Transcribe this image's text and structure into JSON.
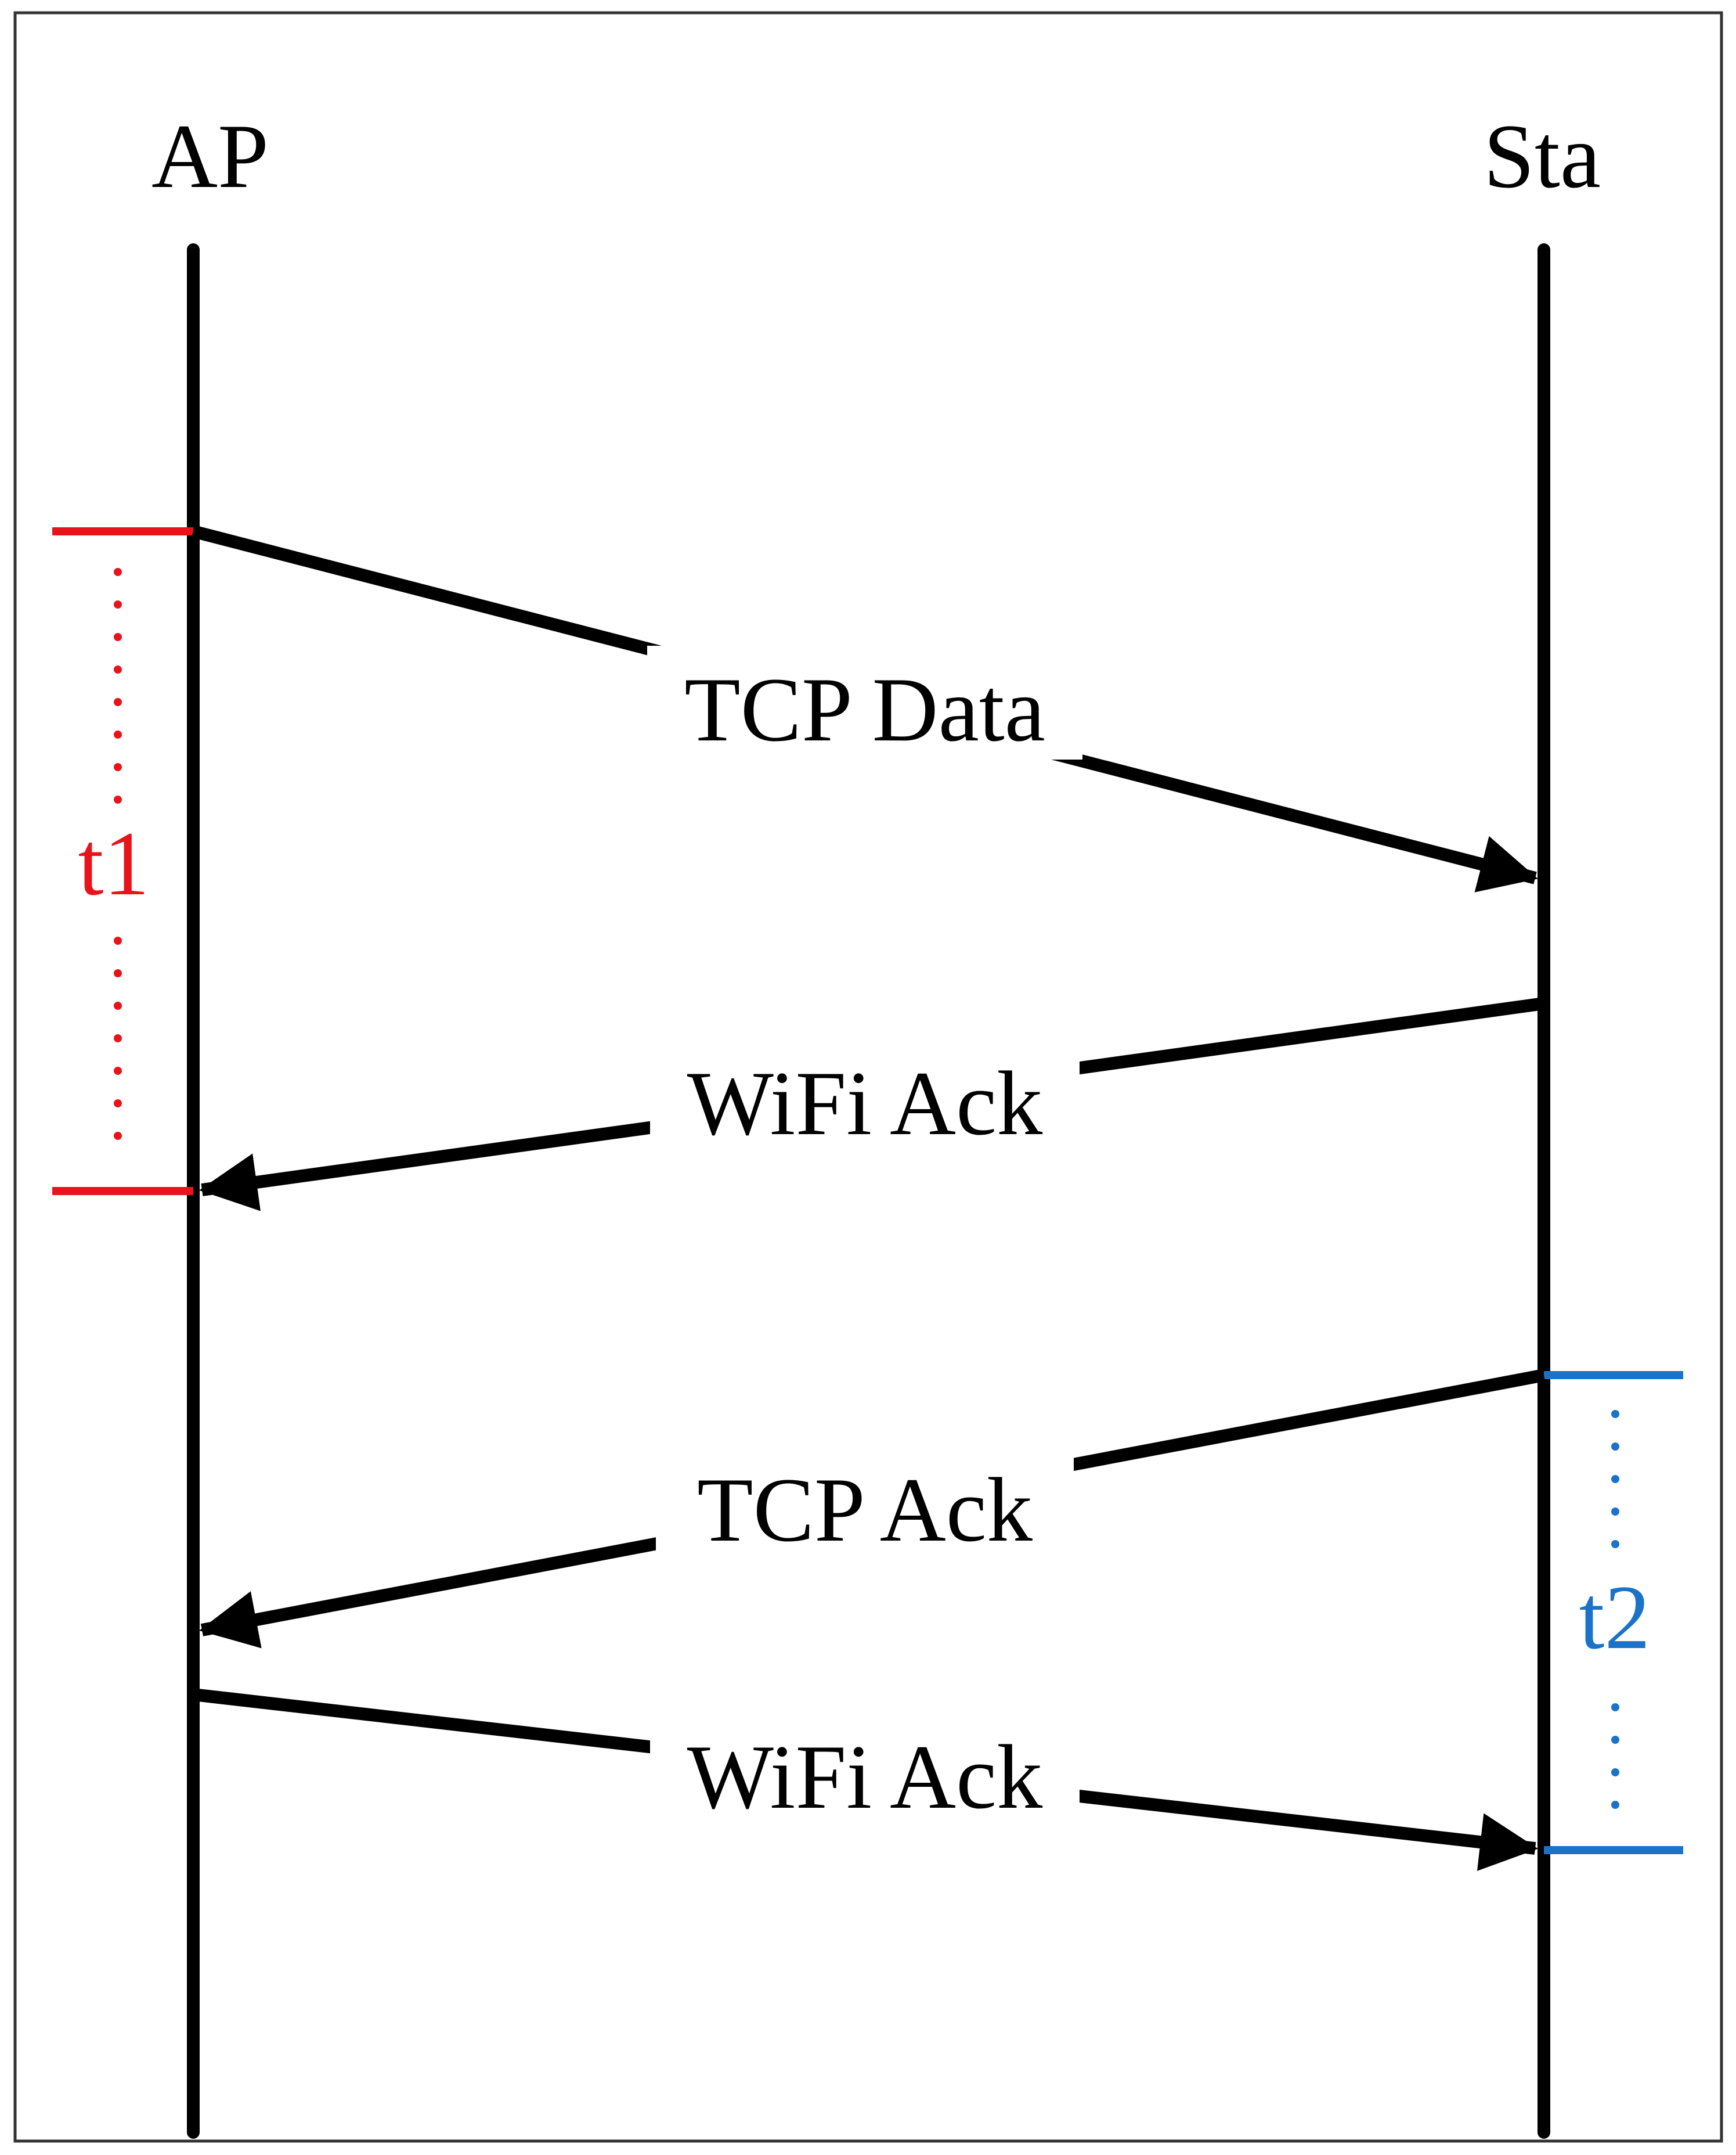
{
  "participants": {
    "ap": {
      "name": "AP"
    },
    "sta": {
      "name": "Sta"
    }
  },
  "messages": [
    {
      "label": "TCP Data",
      "from": "ap",
      "to": "sta"
    },
    {
      "label": "WiFi Ack",
      "from": "sta",
      "to": "ap"
    },
    {
      "label": "TCP Ack",
      "from": "sta",
      "to": "ap"
    },
    {
      "label": "WiFi Ack",
      "from": "ap",
      "to": "sta"
    }
  ],
  "intervals": {
    "t1": {
      "label": "t1",
      "color": "#e8141c",
      "side": "ap"
    },
    "t2": {
      "label": "t2",
      "color": "#1a73c9",
      "side": "sta"
    }
  },
  "colors": {
    "line": "#000000",
    "frame": "#333333",
    "background": "#ffffff"
  }
}
